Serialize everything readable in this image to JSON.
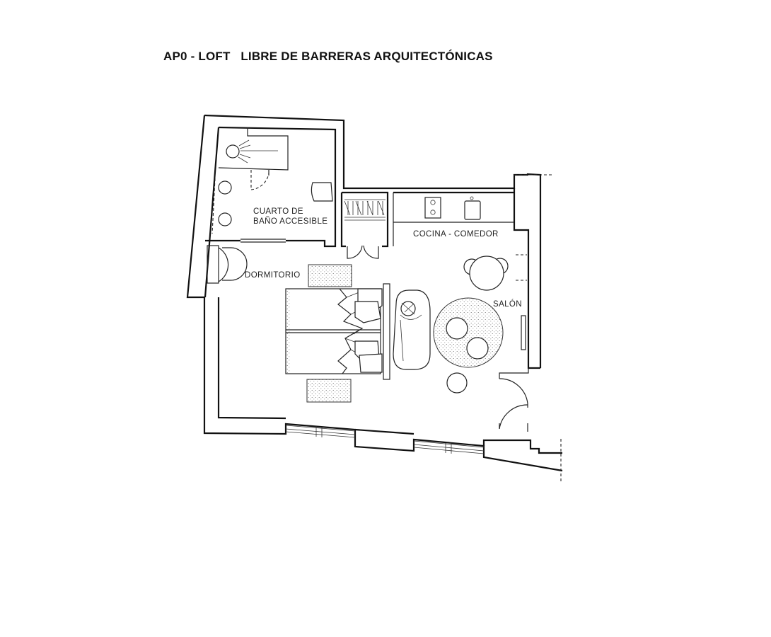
{
  "title": "AP0 - LOFT   LIBRE DE BARRERAS ARQUITECTÓNICAS",
  "rooms": {
    "bathroom_line1": "CUARTO DE",
    "bathroom_line2": "BAÑO ACCESIBLE",
    "bedroom": "DORMITORIO",
    "kitchen": "COCINA - COMEDOR",
    "living": "SALÓN"
  },
  "colors": {
    "ink": "#111111",
    "paper": "#ffffff"
  }
}
